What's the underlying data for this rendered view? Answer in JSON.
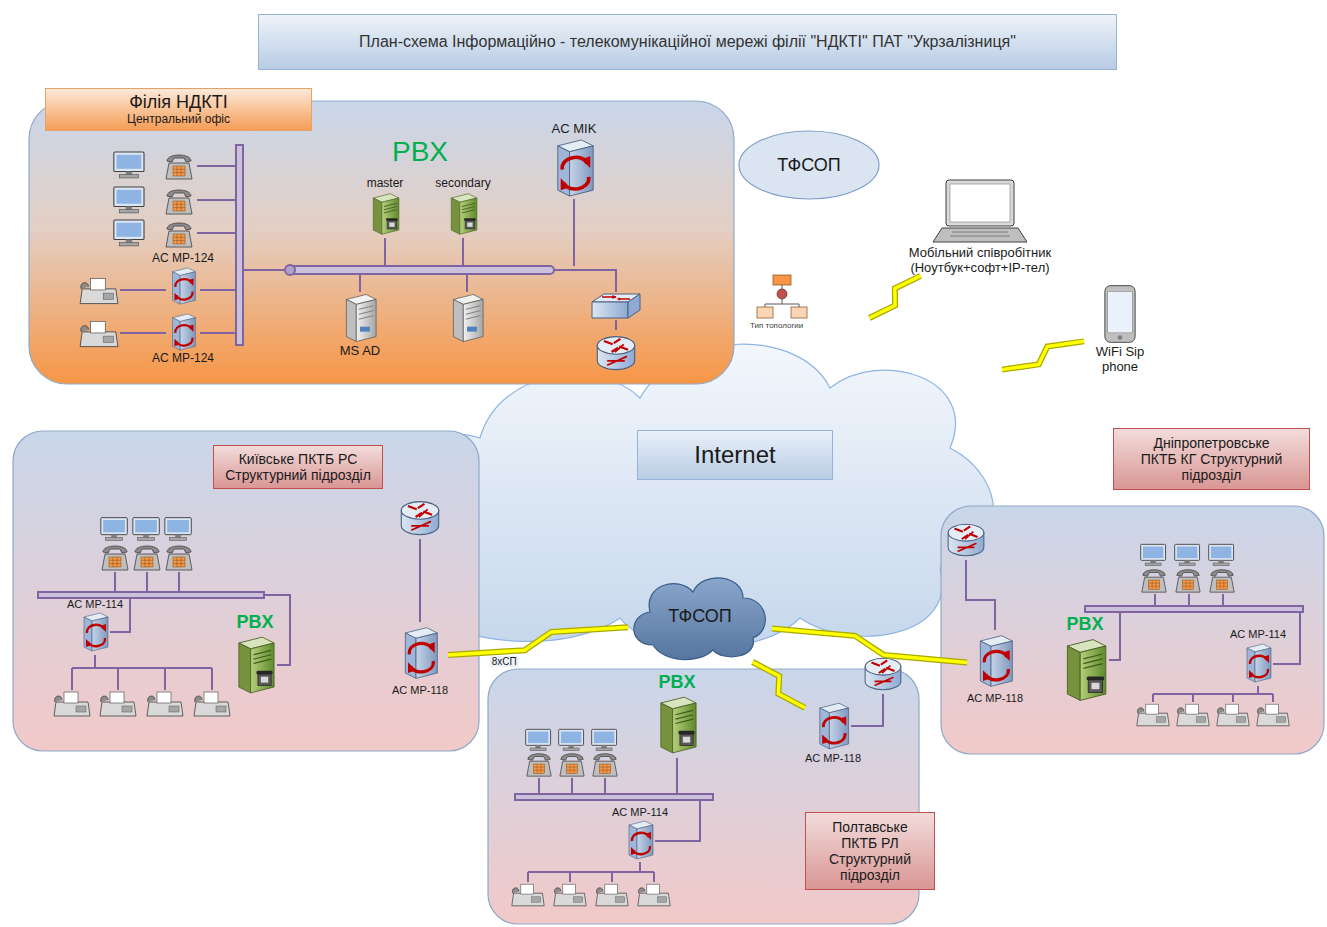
{
  "diagram": {
    "title": "План-схема Інформаційно - телекомунікаційної мережі філії \"НДКТІ\" ПАТ \"Укрзалізниця\"",
    "nodes": [
      {
        "text": [
          "Філія НДКТІ",
          "Центральний офіс"
        ]
      },
      {
        "text": [
          "AC MP-124"
        ],
        "in": 0
      },
      {
        "text": [
          "AC MP-124"
        ],
        "in": 0
      },
      {
        "text": [
          "master"
        ],
        "in": 0
      },
      {
        "text": [
          "secondary"
        ],
        "in": 0
      },
      {
        "text": [
          "MS AD"
        ],
        "in": 0
      },
      {
        "text": [
          "AC MIK"
        ],
        "in": 0
      },
      {
        "text": [
          "ТФСОП"
        ]
      },
      {
        "text": [
          "Мобільний співробітник (Ноутбук+софт+IP-тел)"
        ]
      },
      {
        "text": [
          "WiFi Sip phone"
        ]
      },
      {
        "text": [
          "Internet"
        ]
      },
      {
        "text": [
          "Київське ПКТБ РС Структурний підрозділ"
        ]
      },
      {
        "text": [
          "AC MP-114"
        ],
        "in": 11
      },
      {
        "text": [
          "PBX"
        ],
        "in": 11
      },
      {
        "text": [
          "AC MP-118"
        ],
        "in": 11
      },
      {
        "text": [
          "ТФСОП"
        ]
      },
      {
        "text": [
          "Дніпропетровське ПКТБ КГ Структурний підрозділ"
        ]
      },
      {
        "text": [
          "AC MP-118"
        ],
        "in": 16
      },
      {
        "text": [
          "PBX"
        ],
        "in": 16
      },
      {
        "text": [
          "AC MP-114"
        ],
        "in": 16
      },
      {
        "text": [
          "Полтавське ПКТБ РЛ Структурний підрозділ"
        ]
      },
      {
        "text": [
          "PBX"
        ],
        "in": 20
      },
      {
        "text": [
          "AC MP-118"
        ],
        "in": 20
      },
      {
        "text": [
          "AC MP-114"
        ],
        "in": 20
      }
    ],
    "edges": [
      {
        "from": 10,
        "to": 8,
        "arrow": "none"
      },
      {
        "from": 10,
        "to": 9,
        "arrow": "none"
      },
      {
        "from": 14,
        "to": 15,
        "label": "8хСП",
        "arrow": "none"
      },
      {
        "from": 22,
        "to": 15,
        "arrow": "none"
      },
      {
        "from": 17,
        "to": 15,
        "arrow": "none"
      }
    ],
    "labels": [
      "PBX",
      "Тип топологии"
    ]
  }
}
